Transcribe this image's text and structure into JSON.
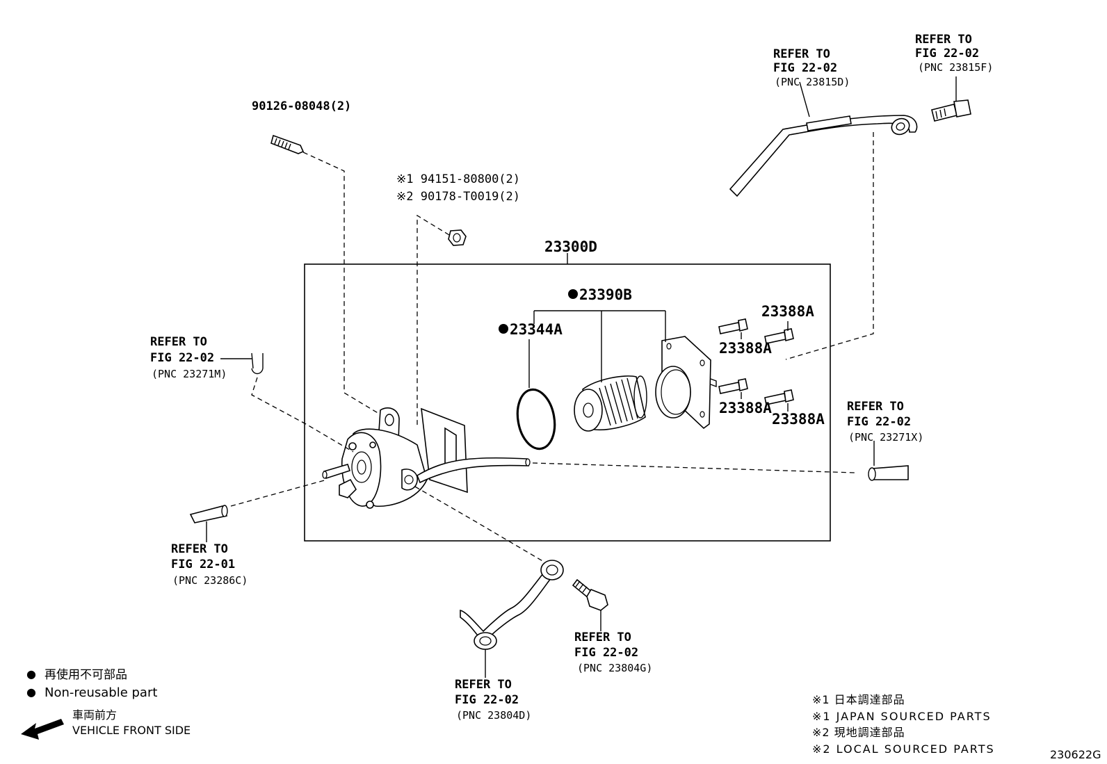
{
  "callouts": {
    "bolt_90126": "90126-08048(2)",
    "note1_part": "※1 94151-80800(2)",
    "note2_part": "※2 90178-T0019(2)",
    "assembly": "23300D",
    "filter": "23390B",
    "gasket": "23344A",
    "bolt_a1": "23388A",
    "bolt_a2": "23388A",
    "bolt_a3": "23388A",
    "bolt_a4": "23388A"
  },
  "refs": {
    "top_center": {
      "line1": "REFER TO",
      "line2": "FIG 22-02",
      "line3": "(PNC 23815D)"
    },
    "top_right": {
      "line1": "REFER TO",
      "line2": "FIG 22-02",
      "line3": "(PNC 23815F)"
    },
    "left": {
      "line1": "REFER TO",
      "line2": "FIG 22-02",
      "line3": "(PNC 23271M)"
    },
    "right": {
      "line1": "REFER TO",
      "line2": "FIG 22-02",
      "line3": "(PNC 23271X)"
    },
    "bottom_left": {
      "line1": "REFER TO",
      "line2": "FIG 22-01",
      "line3": "(PNC 23286C)"
    },
    "bottom_bolt": {
      "line1": "REFER TO",
      "line2": "FIG 22-02",
      "line3": "(PNC 23804G)"
    },
    "bottom_pipe": {
      "line1": "REFER TO",
      "line2": "FIG 22-02",
      "line3": "(PNC 23804D)"
    }
  },
  "legend": {
    "bullet": "●",
    "non_reusable_jp": "再使用不可部品",
    "non_reusable_en": "Non-reusable part",
    "front_jp": "車両前方",
    "front_en": "VEHICLE FRONT SIDE"
  },
  "notes": {
    "n1_jp": "※1 日本調達部品",
    "n1_en": "※1 JAPAN SOURCED PARTS",
    "n2_jp": "※2 現地調達部品",
    "n2_en": "※2 LOCAL SOURCED PARTS"
  },
  "figure_code": "230622G"
}
